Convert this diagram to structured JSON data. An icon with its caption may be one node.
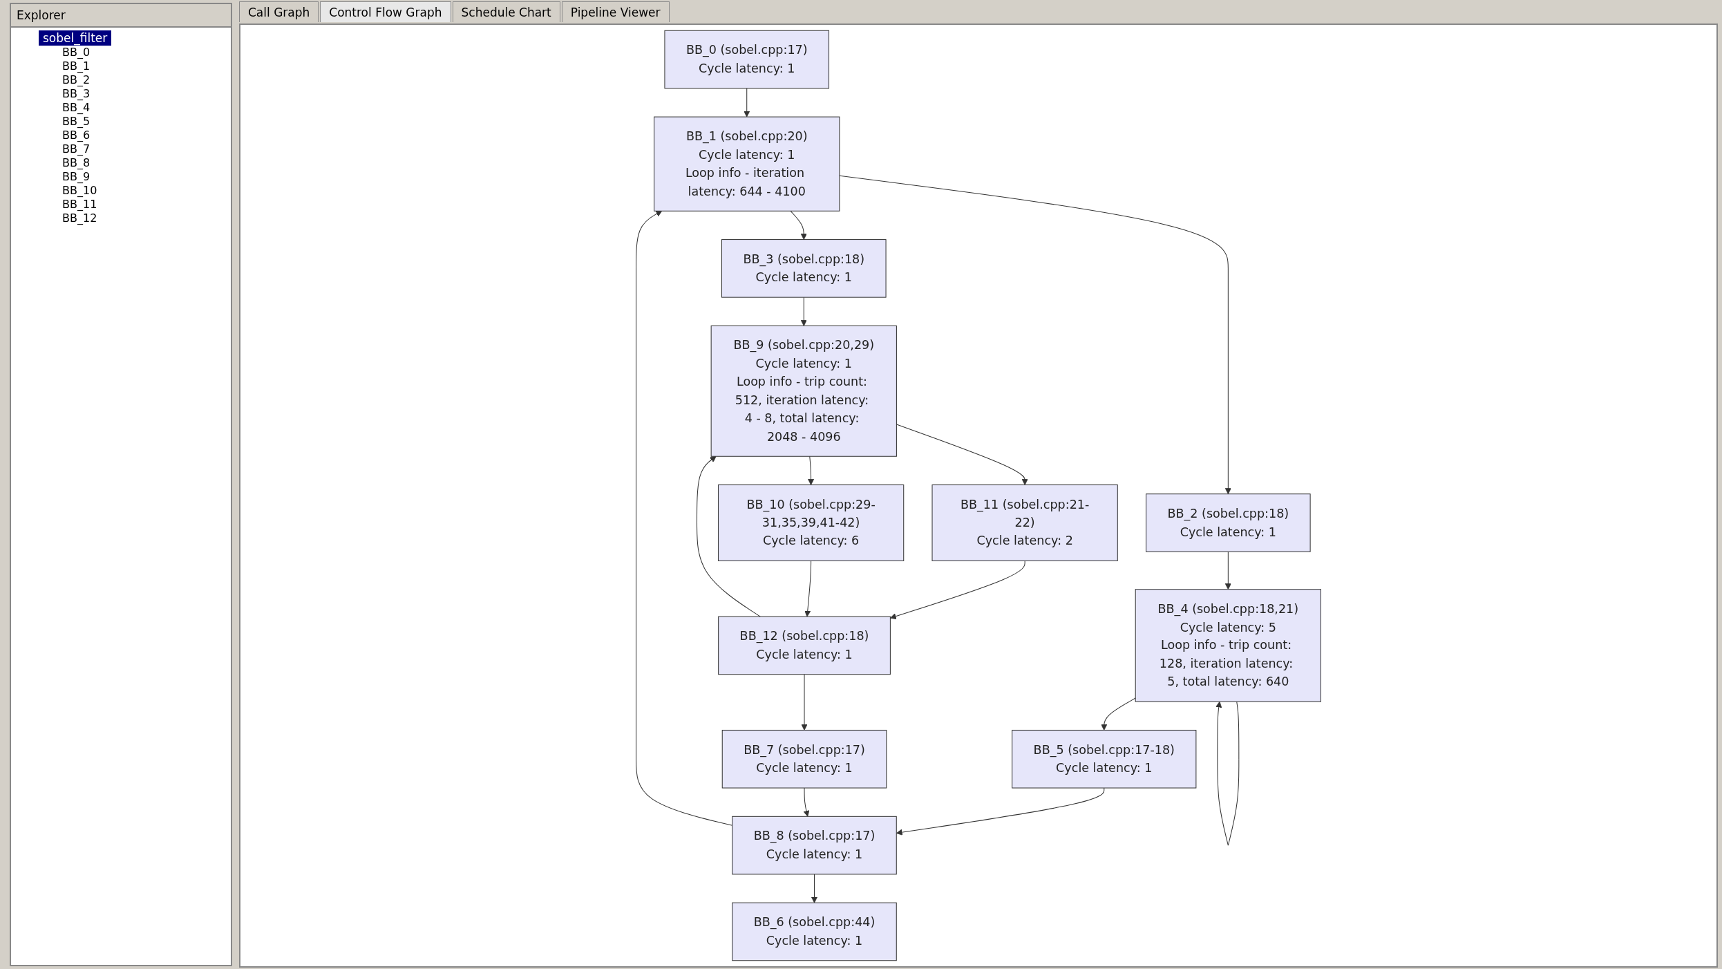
{
  "diagram": {
    "nodes": [
      {
        "text": [
          "BB_0 (sobel.cpp:17)",
          "Cycle latency: 1"
        ]
      },
      {
        "text": [
          "BB_1 (sobel.cpp:20)",
          "Cycle latency: 1",
          "Loop info - iteration latency: 644 - 4100"
        ]
      },
      {
        "text": [
          "BB_2 (sobel.cpp:18)",
          "Cycle latency: 1"
        ]
      },
      {
        "text": [
          "BB_3 (sobel.cpp:18)",
          "Cycle latency: 1"
        ]
      },
      {
        "text": [
          "BB_4 (sobel.cpp:18,21)",
          "Cycle latency: 5",
          "Loop info - trip count: 128, iteration latency: 5, total latency: 640"
        ]
      },
      {
        "text": [
          "BB_9 (sobel.cpp:20,29)",
          "Cycle latency: 1",
          "Loop info - trip count: 512, iteration latency: 4 - 8, total latency: 2048 - 4096"
        ]
      },
      {
        "text": [
          "BB_11 (sobel.cpp:21-22)",
          "Cycle latency: 2"
        ]
      },
      {
        "text": [
          "BB_10 (sobel.cpp:29-31,35,39,41-42)",
          "Cycle latency: 6"
        ]
      },
      {
        "text": [
          "BB_5 (sobel.cpp:17-18)",
          "Cycle latency: 1"
        ]
      },
      {
        "text": [
          "BB_12 (sobel.cpp:18)",
          "Cycle latency: 1"
        ]
      },
      {
        "text": [
          "BB_7 (sobel.cpp:17)",
          "Cycle latency: 1"
        ]
      },
      {
        "text": [
          "BB_8 (sobel.cpp:17)",
          "Cycle latency: 1"
        ]
      },
      {
        "text": [
          "BB_6 (sobel.cpp:44)",
          "Cycle latency: 1"
        ]
      }
    ],
    "edges": [
      {
        "from": 0,
        "to": 1,
        "arrow": "to"
      },
      {
        "from": 1,
        "to": 2,
        "arrow": "to"
      },
      {
        "from": 1,
        "to": 3,
        "arrow": "to"
      },
      {
        "from": 2,
        "to": 4,
        "arrow": "to"
      },
      {
        "from": 3,
        "to": 5,
        "arrow": "to"
      },
      {
        "from": 4,
        "to": 4,
        "arrow": "to"
      },
      {
        "from": 4,
        "to": 8,
        "arrow": "to"
      },
      {
        "from": 5,
        "to": 6,
        "arrow": "to"
      },
      {
        "from": 5,
        "to": 7,
        "arrow": "to"
      },
      {
        "from": 6,
        "to": 9,
        "arrow": "to"
      },
      {
        "from": 7,
        "to": 9,
        "arrow": "to"
      },
      {
        "from": 9,
        "to": 5,
        "arrow": "to"
      },
      {
        "from": 9,
        "to": 10,
        "arrow": "to"
      },
      {
        "from": 8,
        "to": 11,
        "arrow": "to"
      },
      {
        "from": 10,
        "to": 11,
        "arrow": "to"
      },
      {
        "from": 11,
        "to": 1,
        "arrow": "to"
      },
      {
        "from": 11,
        "to": 12,
        "arrow": "to"
      }
    ],
    "labels": [
      "Explorer",
      "sobel_filter",
      "BB_0",
      "BB_1",
      "BB_2",
      "BB_3",
      "BB_4",
      "BB_5",
      "BB_6",
      "BB_7",
      "BB_8",
      "BB_9",
      "BB_10",
      "BB_11",
      "BB_12",
      "Call Graph",
      "Control Flow Graph",
      "Schedule Chart",
      "Pipeline Viewer"
    ]
  }
}
